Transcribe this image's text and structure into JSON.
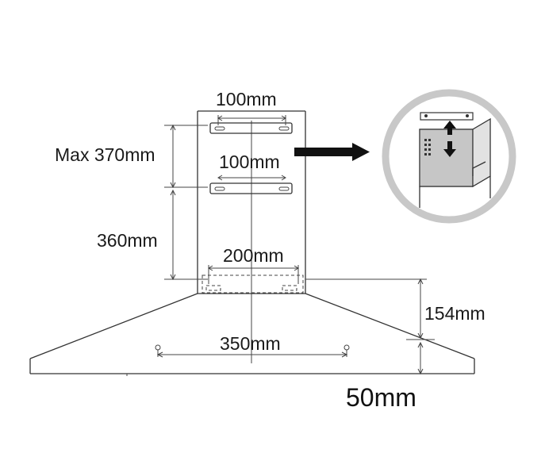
{
  "labels": {
    "top_bracket_width": "100mm",
    "bracket_travel": "Max 370mm",
    "lower_bracket_width": "100mm",
    "chimney_height": "360mm",
    "mount_width": "200mm",
    "hood_height": "154mm",
    "hole_spacing": "350mm",
    "front_lip": "50mm"
  },
  "icons": {
    "direction": "right-arrow-icon",
    "detail": "bracket-detail-icon"
  }
}
